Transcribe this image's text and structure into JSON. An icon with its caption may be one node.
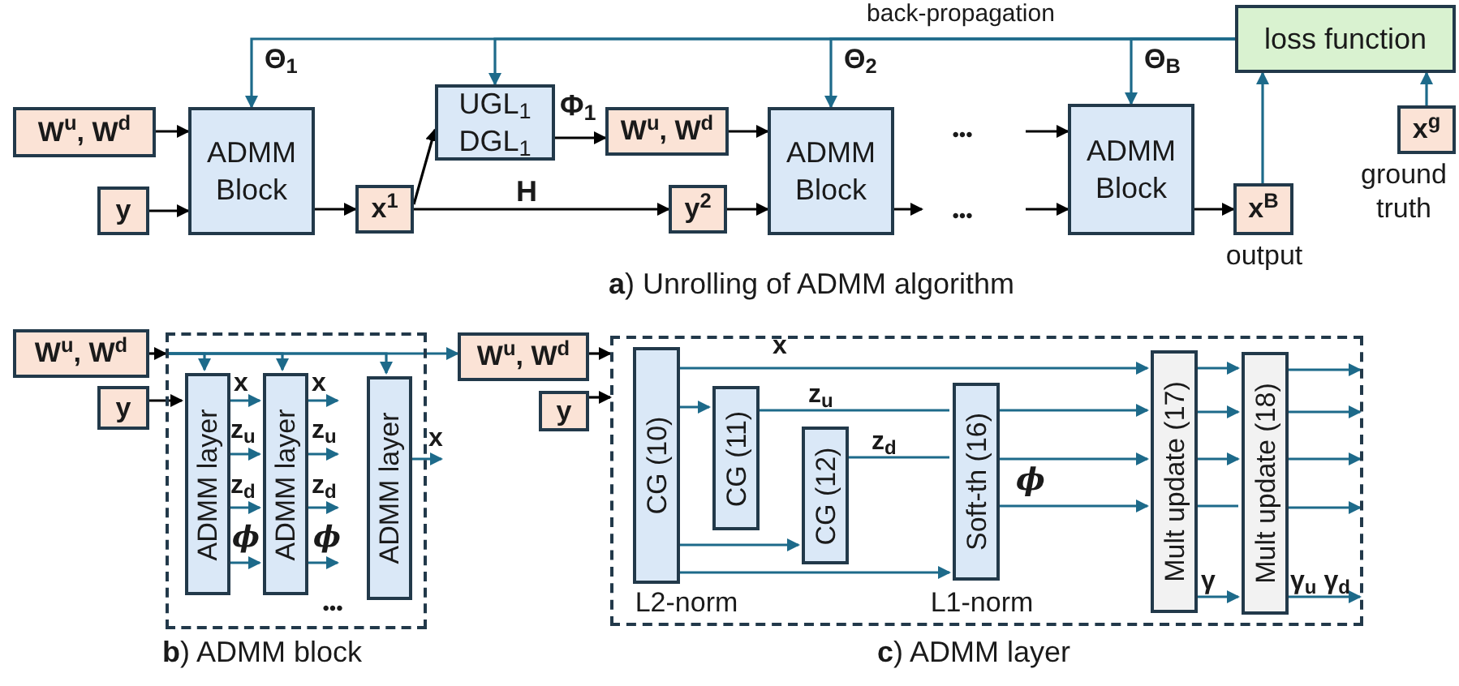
{
  "diagram": {
    "nodes": [
      {
        "text": [
          "W$^{u}$, W$^{d}$"
        ]
      },
      {
        "text": [
          "y"
        ]
      },
      {
        "text": [
          "ADMM Block"
        ]
      },
      {
        "text": [
          "x$^{1}$"
        ]
      },
      {
        "text": [
          "UGL$_{1}$ DGL$_{1}$"
        ]
      },
      {
        "text": [
          "W$^{u}$, W$^{d}$"
        ]
      },
      {
        "text": [
          "y$^{2}$"
        ]
      },
      {
        "text": [
          "ADMM Block"
        ]
      },
      {
        "text": [
          "ADMM Block"
        ]
      },
      {
        "text": [
          "x$^{B}$"
        ],
        "beside": [
          "output"
        ]
      },
      {
        "text": [
          "loss function"
        ]
      },
      {
        "text": [
          "x$^{g}$"
        ],
        "beside": [
          "ground truth"
        ]
      },
      {
        "text": [],
        "shape": "box"
      },
      {
        "text": [
          "W$^{u}$, W$^{d}$"
        ]
      },
      {
        "text": [
          "y"
        ]
      },
      {
        "text": [
          "ADMM layer"
        ],
        "in": 12
      },
      {
        "text": [
          "ADMM layer"
        ],
        "in": 12
      },
      {
        "text": [
          "ADMM layer"
        ],
        "in": 12
      },
      {
        "text": [
          "W$^{u}$, W$^{d}$"
        ]
      },
      {
        "text": [
          "y"
        ]
      },
      {
        "text": [],
        "shape": "box"
      },
      {
        "text": [
          "CG (10)"
        ],
        "in": 20,
        "beside": [
          "L2-norm"
        ]
      },
      {
        "text": [
          "CG (11)"
        ],
        "in": 20
      },
      {
        "text": [
          "CG (12)"
        ],
        "in": 20
      },
      {
        "text": [
          "Soft-th (16)"
        ],
        "in": 20,
        "beside": [
          "L1-norm"
        ]
      },
      {
        "text": [
          "Mult update (17)"
        ],
        "in": 20
      },
      {
        "text": [
          "Mult update (18)"
        ],
        "in": 20
      }
    ],
    "edges": [
      {
        "from": 0,
        "to": 2,
        "arrow": "to",
        "color": "#000000"
      },
      {
        "from": 1,
        "to": 2,
        "arrow": "to",
        "color": "#000000"
      },
      {
        "from": 2,
        "to": 3,
        "arrow": "to",
        "color": "#000000"
      },
      {
        "from": 3,
        "to": 4,
        "arrow": "to",
        "color": "#000000"
      },
      {
        "from": 3,
        "to": 6,
        "arrow": "to",
        "label": "H",
        "color": "#000000"
      },
      {
        "from": 4,
        "to": 5,
        "arrow": "to",
        "label": "Φ$_{1}$",
        "color": "#000000"
      },
      {
        "from": 5,
        "to": 7,
        "arrow": "to",
        "color": "#000000"
      },
      {
        "from": 6,
        "to": 7,
        "arrow": "to",
        "color": "#000000"
      },
      {
        "from": 7,
        "to": null,
        "arrow": "to",
        "color": "#000000"
      },
      {
        "from": null,
        "to": 8,
        "arrow": "to",
        "color": "#000000"
      },
      {
        "from": null,
        "to": 8,
        "arrow": "to",
        "color": "#000000"
      },
      {
        "from": 8,
        "to": 9,
        "arrow": "to",
        "color": "#000000"
      },
      {
        "from": 9,
        "to": 10,
        "arrow": "to"
      },
      {
        "from": 11,
        "to": 10,
        "arrow": "to"
      },
      {
        "from": 10,
        "to": 2,
        "arrow": "to",
        "label": "Θ$_{1}$"
      },
      {
        "from": 10,
        "to": 4,
        "arrow": "to"
      },
      {
        "from": 10,
        "to": 7,
        "arrow": "to",
        "label": "Θ$_{2}$"
      },
      {
        "from": 10,
        "to": 8,
        "arrow": "to",
        "label": "Θ$_{B}$"
      },
      {
        "from": 13,
        "to": 12,
        "arrow": "to",
        "color": "#000000"
      },
      {
        "from": 12,
        "to": 15,
        "arrow": "to"
      },
      {
        "from": 12,
        "to": 16,
        "arrow": "to"
      },
      {
        "from": 12,
        "to": 17,
        "arrow": "to"
      },
      {
        "from": 12,
        "to": 18,
        "arrow": "to"
      },
      {
        "from": 14,
        "to": 15,
        "arrow": "to",
        "color": "#000000"
      },
      {
        "from": 15,
        "to": 16,
        "arrow": "to",
        "label": "x"
      },
      {
        "from": 15,
        "to": 16,
        "arrow": "to",
        "label": "z$_{u}$"
      },
      {
        "from": 15,
        "to": 16,
        "arrow": "to",
        "label": "z$_{d}$"
      },
      {
        "from": 15,
        "to": 16,
        "arrow": "to",
        "label": "ϕ"
      },
      {
        "from": 16,
        "to": null,
        "arrow": "to",
        "label": "x"
      },
      {
        "from": 16,
        "to": null,
        "arrow": "to",
        "label": "z$_{u}$"
      },
      {
        "from": 16,
        "to": null,
        "arrow": "to",
        "label": "z$_{d}$"
      },
      {
        "from": 16,
        "to": null,
        "arrow": "to",
        "label": "ϕ"
      },
      {
        "from": 17,
        "to": null,
        "arrow": "to",
        "label": "x"
      },
      {
        "from": 18,
        "to": 20,
        "arrow": "to",
        "color": "#000000"
      },
      {
        "from": 19,
        "to": 20,
        "arrow": "to",
        "color": "#000000"
      },
      {
        "from": 21,
        "to": 25,
        "arrow": "to",
        "label": "x"
      },
      {
        "from": 21,
        "to": 22,
        "arrow": "to"
      },
      {
        "from": 22,
        "to": 24,
        "arrow": "none",
        "label": "z$_{u}$"
      },
      {
        "from": 23,
        "to": 24,
        "arrow": "none",
        "label": "z$_{d}$"
      },
      {
        "from": 21,
        "to": 23,
        "arrow": "to"
      },
      {
        "from": 21,
        "to": 24,
        "arrow": "to"
      },
      {
        "from": 24,
        "to": 25,
        "arrow": "to"
      },
      {
        "from": 24,
        "to": 25,
        "arrow": "to"
      },
      {
        "from": 24,
        "to": 25,
        "arrow": "to",
        "label": "ϕ"
      },
      {
        "from": 25,
        "to": 26,
        "arrow": "to"
      },
      {
        "from": 25,
        "to": 26,
        "arrow": "to"
      },
      {
        "from": 25,
        "to": 26,
        "arrow": "to"
      },
      {
        "from": 25,
        "to": 26,
        "arrow": "none"
      },
      {
        "from": 25,
        "to": 26,
        "arrow": "to",
        "label": "γ"
      },
      {
        "from": 26,
        "to": null,
        "arrow": "to"
      },
      {
        "from": 26,
        "to": null,
        "arrow": "to"
      },
      {
        "from": 26,
        "to": null,
        "arrow": "to"
      },
      {
        "from": 26,
        "to": null,
        "arrow": "to"
      },
      {
        "from": 26,
        "to": null,
        "arrow": "to",
        "label": "γ$_{u}$ γ$_{d}$"
      }
    ],
    "labels": [
      "back-propagation",
      "•••",
      "•••",
      "**a**) Unrolling of ADMM algorithm",
      "•••",
      "**b**) ADMM block",
      "**c**) ADMM layer"
    ]
  }
}
